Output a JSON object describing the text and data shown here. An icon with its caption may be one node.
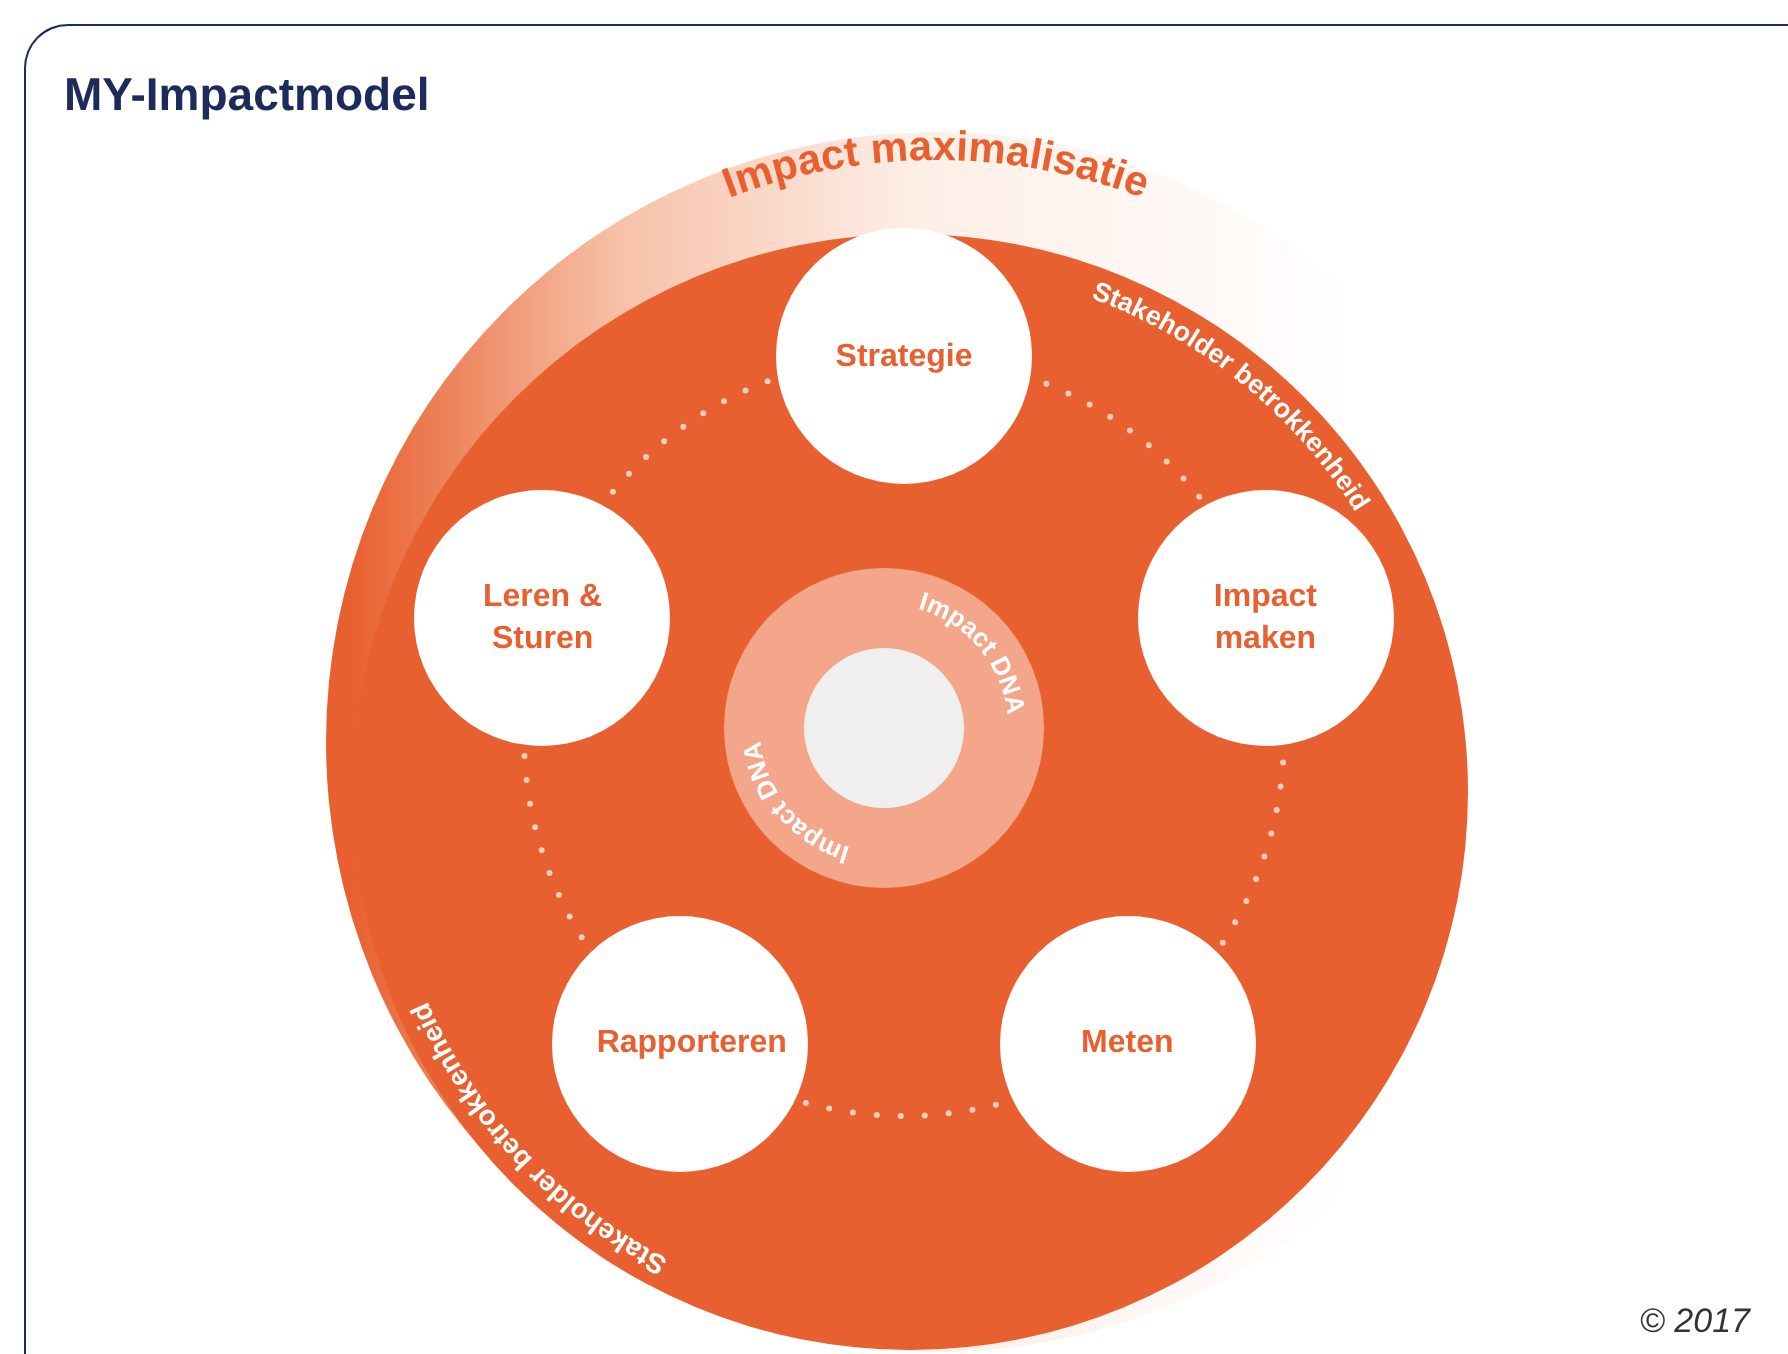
{
  "diagram": {
    "title": "MY-Impactmodel",
    "nodes": [
      {
        "text": [
          "Impact maximalisatie"
        ]
      },
      {
        "text": [
          "Stakeholder betrokkenheid",
          "Stakeholder betrokkenheid"
        ],
        "in": 0
      },
      {
        "text": [
          "Strategie"
        ],
        "in": 1
      },
      {
        "text": [
          "Impact maken"
        ],
        "in": 1
      },
      {
        "text": [
          "Meten"
        ],
        "in": 1
      },
      {
        "text": [
          "Rapporteren"
        ],
        "in": 1
      },
      {
        "text": [
          "Leren & Sturen"
        ],
        "in": 1
      },
      {
        "text": [
          "Impact DNA",
          "Impact DNA"
        ],
        "in": 1
      },
      {
        "text": [],
        "shape": "circle",
        "in": 7
      }
    ],
    "edges": [
      {
        "from": 2,
        "to": 3,
        "arrow": "none",
        "style": "dashed"
      },
      {
        "from": 3,
        "to": 4,
        "arrow": "none",
        "style": "dashed"
      },
      {
        "from": 4,
        "to": 5,
        "arrow": "none",
        "style": "dashed"
      },
      {
        "from": 5,
        "to": 6,
        "arrow": "none",
        "style": "dashed"
      },
      {
        "from": 6,
        "to": 2,
        "arrow": "none",
        "style": "dashed"
      }
    ],
    "labels": [
      "© 2017"
    ]
  }
}
